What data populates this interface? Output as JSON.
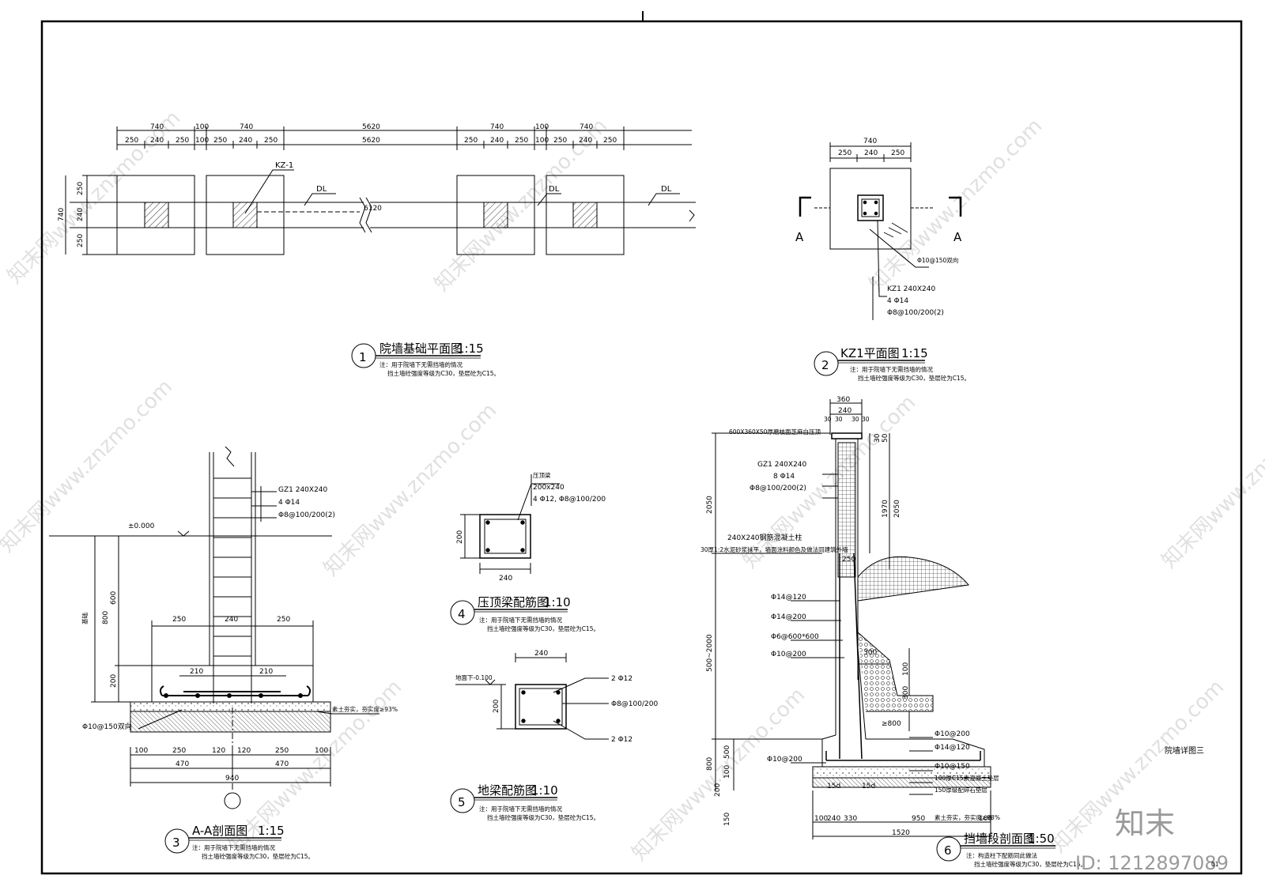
{
  "sheet": {
    "drawing_name": "院墙详图三",
    "logo_text": "知末",
    "id_label": "ID: 1212897089",
    "sheet_no": "01"
  },
  "watermark": [
    "知末网www.znzmo.com"
  ],
  "view1": {
    "number": "1",
    "title": "院墙基础平面图",
    "scale": "1:15",
    "note1": "注：用于院墙下无需挡墙的情况",
    "note2": "挡土墙砼强度等级为C30，垫层砼为C15。",
    "top_dims": [
      "740",
      "100",
      "740",
      "5620",
      "740",
      "100",
      "740"
    ],
    "sub_dims": [
      "250",
      "240",
      "250",
      "100",
      "250",
      "240",
      "250",
      "5620",
      "250",
      "240",
      "250",
      "100",
      "250",
      "240",
      "250"
    ],
    "side_dims": [
      "250",
      "240",
      "250"
    ],
    "side_total": "740",
    "mid_dim": "6120",
    "kz_label": "KZ-1",
    "dl_label": "DL"
  },
  "view2": {
    "number": "2",
    "title": "KZ1平面图",
    "scale": "1:15",
    "note1": "注：用于院墙下无需挡墙的情况",
    "note2": "挡土墙砼强度等级为C30，垫层砼为C15。",
    "top_total": "740",
    "sub_dims": [
      "250",
      "240",
      "250"
    ],
    "section_mark": "A",
    "callouts": [
      "Φ10@150双向",
      "KZ1 240X240",
      "4 Φ14",
      "Φ8@100/200(2)"
    ]
  },
  "view3": {
    "number": "3",
    "title": "A-A剖面图",
    "scale": "1:15",
    "note1": "注：用于院墙下无需挡墙的情况",
    "note2": "挡土墙砼强度等级为C30，垫层砼为C15。",
    "level": "±0.000",
    "callouts": [
      "GZ1 240X240",
      "4 Φ14",
      "Φ8@100/200(2)"
    ],
    "rebar_note": "Φ10@150双向",
    "soil_note": "素土夯实，夯实度≥93%",
    "side_label": "基础",
    "vdims": [
      "800",
      "600",
      "200"
    ],
    "upper_dims": [
      "250",
      "240",
      "250"
    ],
    "inner_dims": [
      "210",
      "210"
    ],
    "bottom_dims": [
      "100",
      "250",
      "120",
      "120",
      "250",
      "100"
    ],
    "half_dims": [
      "470",
      "470"
    ],
    "total_dim": "940"
  },
  "view4": {
    "number": "4",
    "title": "压顶梁配筋图",
    "scale": "1:10",
    "note1": "注：用于院墙下无需挡墙的情况",
    "note2": "挡土墙砼强度等级为C30，垫层砼为C15。",
    "callouts": [
      "压顶梁",
      "200x240",
      "4 Φ12, Φ8@100/200"
    ],
    "w": "240",
    "h": "200"
  },
  "view5": {
    "number": "5",
    "title": "地梁配筋图",
    "scale": "1:10",
    "note1": "注：用于院墙下无需挡墙的情况",
    "note2": "挡土墙砼强度等级为C30，垫层砼为C15。",
    "level": "地面下-0.100",
    "callouts": [
      "2 Φ12",
      "Φ8@100/200",
      "2 Φ12"
    ],
    "w": "240",
    "h": "200"
  },
  "view6": {
    "number": "6",
    "title": "挡墙段剖面图",
    "scale": "1:50",
    "note1": "注：构造柱下配筋同此做法",
    "note2": "挡土墙砼强度等级为C30，垫层砼为C15。",
    "top_dims": [
      "360",
      "240",
      "30",
      "30",
      "30",
      "30"
    ],
    "cap_note": "600X360X50厚磨枝面芝麻白压顶",
    "callouts_upper": [
      "GZ1 240X240",
      "8 Φ14",
      "Φ8@100/200(2)"
    ],
    "col_note": "240X240钢筋混凝土柱",
    "plaster_note": "30厚1:2水泥砂浆抹平，墙面涂料颜色及做法同建筑外墙",
    "callouts_mid": [
      "Φ14@120",
      "Φ14@200",
      "Φ6@600*600",
      "Φ10@200"
    ],
    "callouts_low": [
      "Φ10@200"
    ],
    "callouts_right": [
      "Φ10@200",
      "Φ14@120",
      "Φ10@150",
      "100厚C15素混凝土垫层",
      "150厚级配碎石垫层",
      "素土夯实，夯实度≥93%"
    ],
    "left_vdims": [
      "2050",
      "500~2000",
      "800",
      "500",
      "100",
      "200",
      "150"
    ],
    "right_vdims": [
      "50",
      "30",
      "1970",
      "2050",
      "100",
      "300",
      "250"
    ],
    "d300": "300",
    "d800": "≥800",
    "hook": "15d",
    "bottom_dims": [
      "100",
      "240",
      "330",
      "950",
      "100"
    ],
    "total_dim": "1520"
  }
}
